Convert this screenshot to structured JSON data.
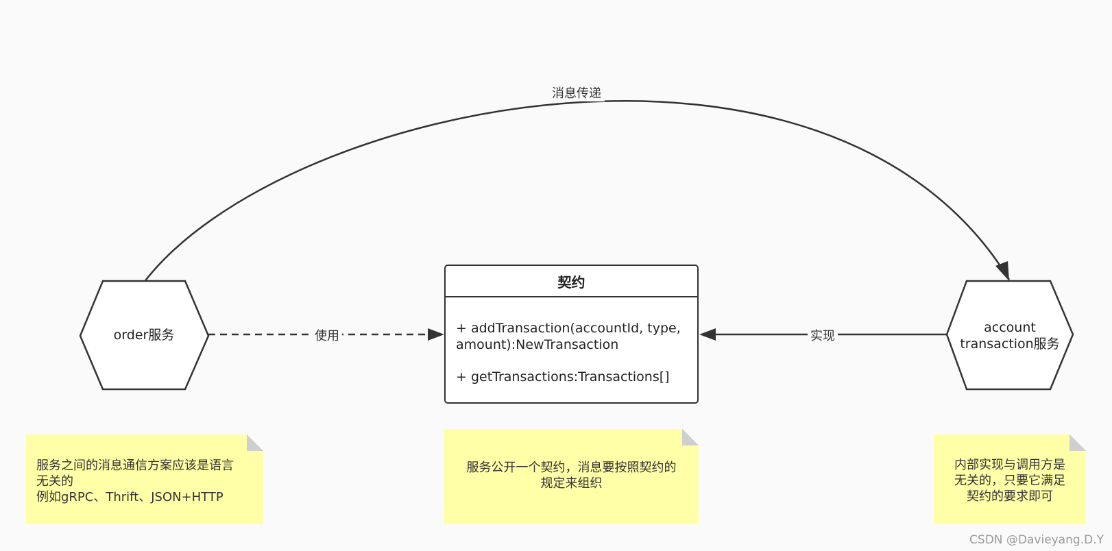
{
  "nodes": {
    "order_service": {
      "label": "order服务"
    },
    "account_service": {
      "label_line1": "account",
      "label_line2": "transaction服务"
    },
    "contract": {
      "title": "契约",
      "method1_line1": "+ addTransaction(accountId, type,",
      "method1_line2": "amount):NewTransaction",
      "method2": "+ getTransactions:Transactions[]"
    }
  },
  "edges": {
    "message_passing": {
      "label": "消息传递",
      "style": "solid"
    },
    "uses": {
      "label": "使用",
      "style": "dashed"
    },
    "implements": {
      "label": "实现",
      "style": "solid"
    }
  },
  "notes": {
    "left": {
      "line1": "服务之间的消息通信方案应该是语言",
      "line2": "无关的",
      "line3": "例如gRPC、Thrift、JSON+HTTP"
    },
    "middle": {
      "line1": "服务公开一个契约，消息要按照契约的",
      "line2": "规定来组织"
    },
    "right": {
      "line1": "内部实现与调用方是",
      "line2": "无关的，只要它满足",
      "line3": "契约的要求即可"
    }
  },
  "watermark": "CSDN @Davieyang.D.Y",
  "colors": {
    "stroke": "#333333",
    "background": "#fafafa",
    "note_fill": "#ffffa8",
    "node_fill": "#ffffff"
  }
}
